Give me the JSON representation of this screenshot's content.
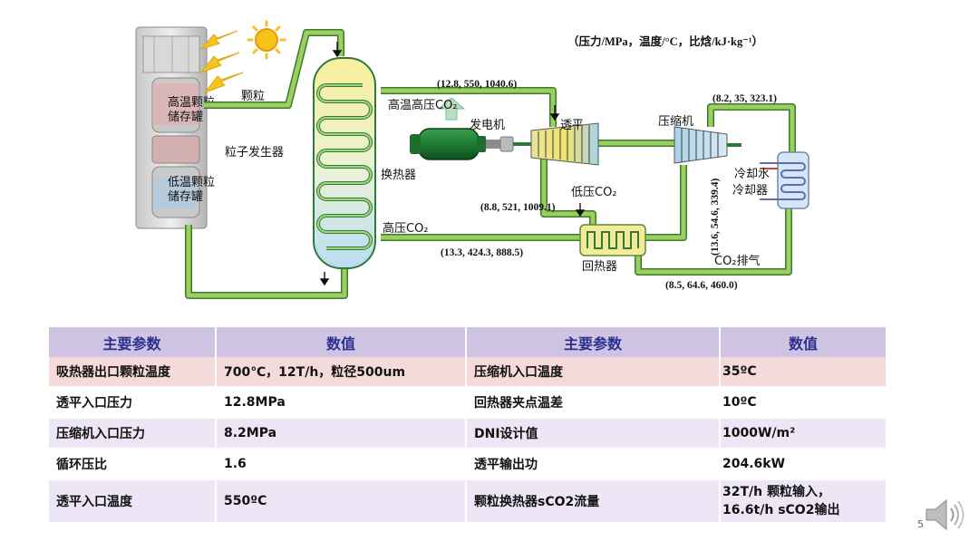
{
  "units_note": "（压力/MPa，温度/°C，比焓/kJ·kg⁻¹）",
  "labels": {
    "particle": "颗粒",
    "particle_generator": "粒子发生器",
    "heat_exchanger": "换热器",
    "hot_tank_l1": "高温颗粒",
    "hot_tank_l2": "储存罐",
    "cold_tank_l1": "低温颗粒",
    "cold_tank_l2": "储存罐",
    "hp_ht_co2": "高温高压CO₂",
    "generator": "发电机",
    "turbine": "透平",
    "compressor": "压缩机",
    "cooler_l1": "冷却水",
    "cooler_l2": "冷却器",
    "low_pressure_co2": "低压CO₂",
    "high_pressure_co2": "高压CO₂",
    "recuperator": "回热器",
    "co2_exhaust": "CO₂排气"
  },
  "states": {
    "turbine_in": "(12.8, 550, 1040.6)",
    "compressor_in": "(8.2, 35, 323.1)",
    "turbine_out": "(8.8, 521, 1009.1)",
    "compressor_out": "(13.6, 54.6, 339.4)",
    "recup_out": "(13.3, 424.3, 888.5)",
    "exhaust": "(8.5, 64.6, 460.0)"
  },
  "table": {
    "headers": [
      "主要参数",
      "数值",
      "主要参数",
      "数值"
    ],
    "rows": [
      {
        "p1": "吸热器出口颗粒温度",
        "v1": "700℃，12T/h，粒径500um",
        "p2": "压缩机入口温度",
        "v2": "35ºC"
      },
      {
        "p1": "透平入口压力",
        "v1": "12.8MPa",
        "p2": "回热器夹点温差",
        "v2": "10ºC"
      },
      {
        "p1": "压缩机入口压力",
        "v1": "8.2MPa",
        "p2": "DNI设计值",
        "v2": "1000W/m²"
      },
      {
        "p1": "循环压比",
        "v1": "1.6",
        "p2": "透平输出功",
        "v2": "204.6kW"
      },
      {
        "p1": "透平入口温度",
        "v1": "550ºC",
        "p2": "颗粒换热器sCO2流量",
        "v2_l1": "32T/h 颗粒输入，",
        "v2_l2": "16.6t/h sCO2输出"
      }
    ]
  },
  "page_number": "5",
  "colors": {
    "pipe": "#8fc85a",
    "pipe_edge": "#3d7a2a",
    "header_bg": "#cfc3e4",
    "header_text": "#2b2f8f"
  }
}
